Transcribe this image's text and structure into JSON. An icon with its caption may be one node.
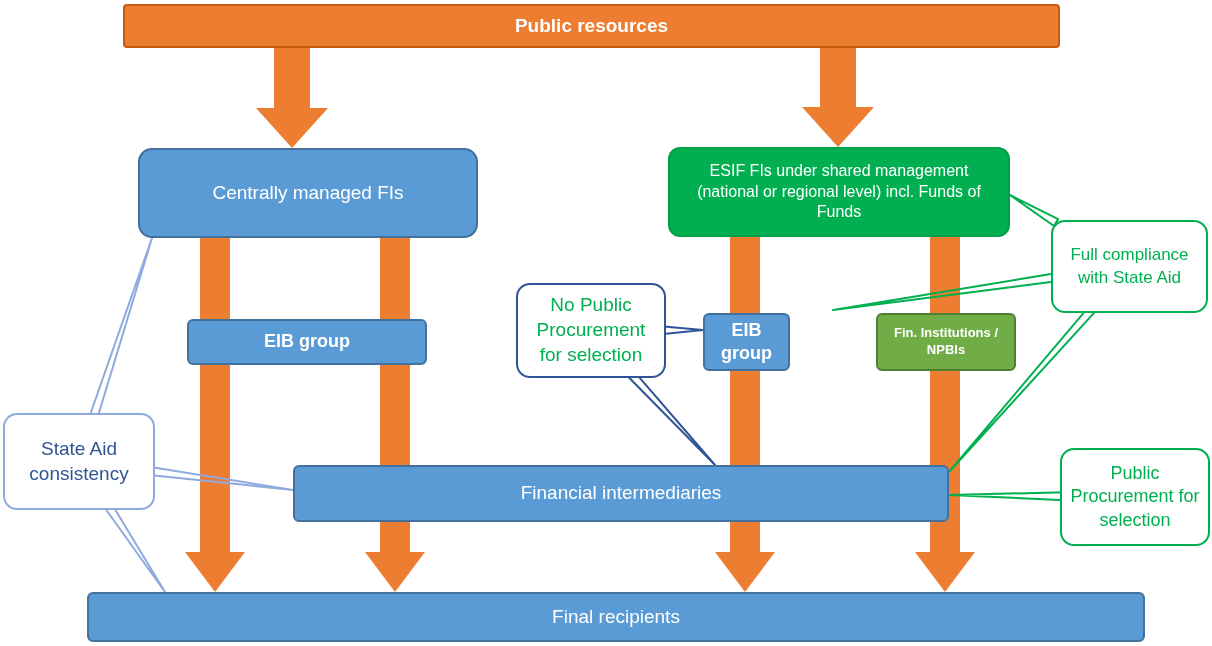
{
  "diagram": {
    "nodes": [
      {
        "text": [
          "Public resources"
        ]
      },
      {
        "text": [
          "Centrally managed FIs"
        ]
      },
      {
        "text": [
          "ESIF FIs under shared management (national or regional level) incl. Funds of Funds"
        ]
      },
      {
        "text": [
          "EIB group"
        ]
      },
      {
        "text": [
          "No Public Procurement for selection"
        ]
      },
      {
        "text": [
          "EIB group"
        ]
      },
      {
        "text": [
          "Fin. Institutions / NPBIs"
        ]
      },
      {
        "text": [
          "Full compliance with State Aid"
        ]
      },
      {
        "text": [
          "State Aid consistency"
        ]
      },
      {
        "text": [
          "Financial intermediaries"
        ]
      },
      {
        "text": [
          "Public Procurement for selection"
        ]
      },
      {
        "text": [
          "Final recipients"
        ]
      }
    ],
    "edges": [
      {
        "from": 0,
        "to": 1,
        "arrow": "to"
      },
      {
        "from": 0,
        "to": 2,
        "arrow": "to"
      },
      {
        "from": 1,
        "to": 3,
        "arrow": "none"
      },
      {
        "from": 1,
        "to": 3,
        "arrow": "none"
      },
      {
        "from": 3,
        "to": 11,
        "arrow": "to"
      },
      {
        "from": 3,
        "to": 11,
        "arrow": "to"
      },
      {
        "from": 2,
        "to": 5,
        "arrow": "none"
      },
      {
        "from": 2,
        "to": 6,
        "arrow": "none"
      },
      {
        "from": 5,
        "to": 11,
        "arrow": "to"
      },
      {
        "from": 6,
        "to": 11,
        "arrow": "to"
      },
      {
        "from": 8,
        "to": 1,
        "arrow": "none",
        "color": "#8faadc"
      },
      {
        "from": 8,
        "to": 9,
        "arrow": "none",
        "color": "#8faadc"
      },
      {
        "from": 8,
        "to": 11,
        "arrow": "none",
        "color": "#8faadc"
      },
      {
        "from": 4,
        "to": 5,
        "arrow": "none",
        "color": "#2f5597"
      },
      {
        "from": 4,
        "to": 9,
        "arrow": "none",
        "color": "#2f5597"
      },
      {
        "from": 7,
        "to": 2,
        "arrow": "none",
        "color": "#00b050"
      },
      {
        "from": 7,
        "to": null,
        "arrow": "none",
        "color": "#00b050"
      },
      {
        "from": 7,
        "to": 9,
        "arrow": "none",
        "color": "#00b050"
      },
      {
        "from": 10,
        "to": 9,
        "arrow": "none",
        "color": "#00b050"
      }
    ]
  }
}
